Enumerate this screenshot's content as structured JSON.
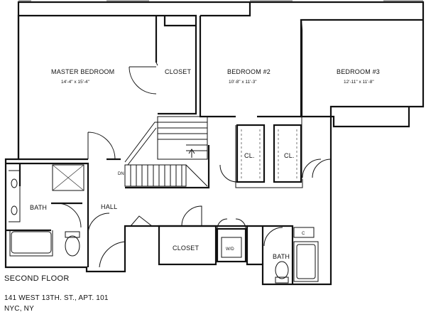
{
  "floor_label": "SECOND FLOOR",
  "address": "141 WEST 13TH. ST., APT. 101",
  "city": "NYC, NY",
  "rooms": {
    "master_bedroom": {
      "name": "MASTER BEDROOM",
      "dims": "14'-4\" x 15'-4\""
    },
    "closet_top": {
      "name": "CLOSET"
    },
    "bedroom_2": {
      "name": "BEDROOM #2",
      "dims": "10'-8\" x 11'-3\""
    },
    "bedroom_3": {
      "name": "BEDROOM #3",
      "dims": "12'-11\" x 11'-8\""
    },
    "cl_left": {
      "name": "CL."
    },
    "cl_right": {
      "name": "CL."
    },
    "bath_left": {
      "name": "BATH"
    },
    "hall": {
      "name": "HALL"
    },
    "closet_bottom": {
      "name": "CLOSET"
    },
    "wd": {
      "name": "W/D"
    },
    "bath_right": {
      "name": "BATH"
    },
    "stair_dn": {
      "name": "DN"
    },
    "small_cl": {
      "name": "C"
    }
  }
}
